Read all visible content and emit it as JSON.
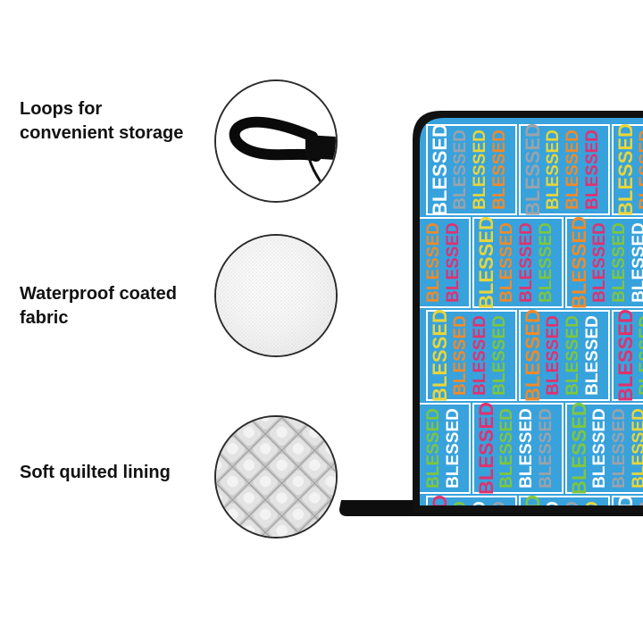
{
  "features": [
    {
      "label": "Loops for\nconvenient storage",
      "icon": "loop-icon"
    },
    {
      "label": "Waterproof coated\nfabric",
      "icon": "fabric-swatch-icon"
    },
    {
      "label": "Soft quilted lining",
      "icon": "quilted-lining-icon"
    }
  ],
  "product": {
    "pattern_word": "BLESSED",
    "colors": {
      "background": "#38a2dc",
      "border": "#111111",
      "word_white": "#ffffff",
      "word_grey": "#9aa3ab",
      "word_yellow": "#e8d53a",
      "word_orange": "#f08a2a",
      "word_pink": "#e0316f",
      "word_green": "#7ec63f"
    }
  }
}
